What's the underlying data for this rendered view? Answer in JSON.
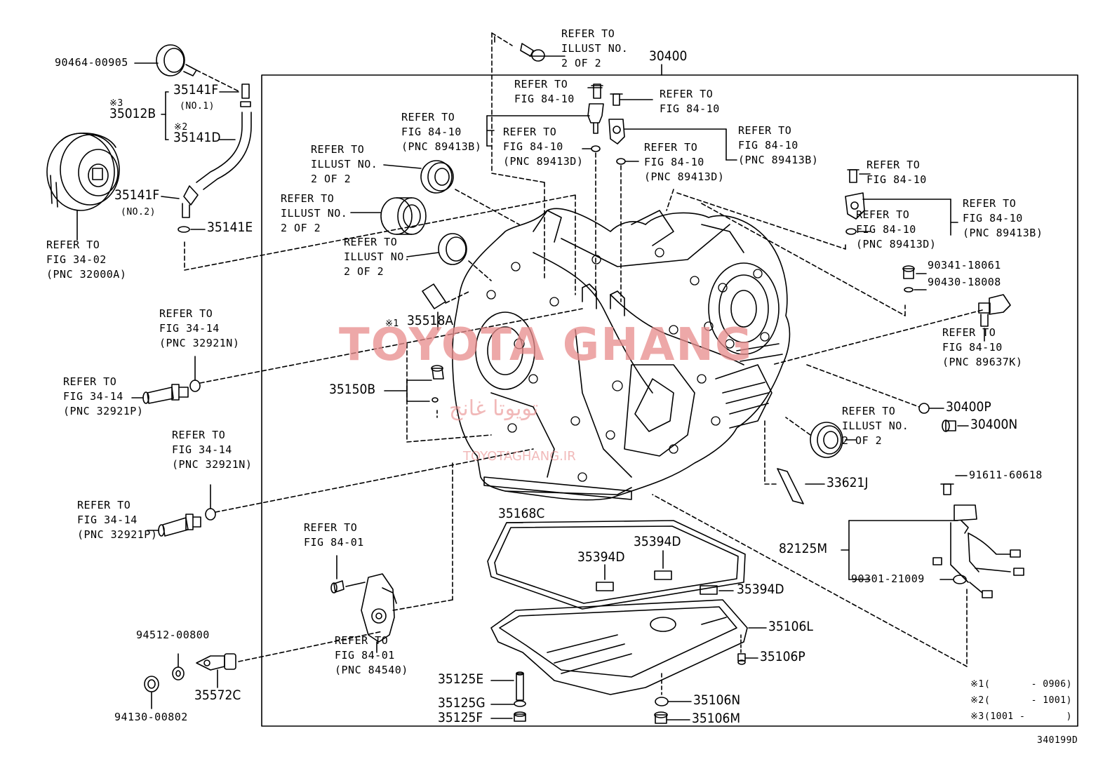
{
  "diagram_id": "340199D",
  "watermark": {
    "brand": "TOYOTA GHANG",
    "arabic": "تويوتا غانج",
    "sub": "TOYOTAGHANG.IR"
  },
  "assembly": {
    "part": "30400"
  },
  "notes": [
    {
      "mark": "※1",
      "range": "(       - 0906)"
    },
    {
      "mark": "※2",
      "range": "(       - 1001)"
    },
    {
      "mark": "※3",
      "range": "(1001 -       )"
    }
  ],
  "refs": {
    "r1": "REFER TO\nILLUST NO.\n2 OF 2",
    "r2": "REFER TO\nFIG 84-10",
    "r3": "REFER TO\nFIG 84-10",
    "r4": "REFER TO\nFIG 84-10\n(PNC 89413B)",
    "r5": "REFER TO\nFIG 84-10\n(PNC 89413D)",
    "r6": "REFER TO\nFIG 84-10\n(PNC 89413D)",
    "r7": "REFER TO\nFIG 84-10\n(PNC 89413B)",
    "r8": "REFER TO\nILLUST NO.\n2 OF 2",
    "r9": "REFER TO\nILLUST NO.\n2 OF 2",
    "r10": "REFER TO\nILLUST NO.\n2 OF 2",
    "r11": "REFER TO\nFIG 84-10",
    "r12": "REFER TO\nFIG 84-10\n(PNC 89413B)",
    "r13": "REFER TO\nFIG 84-10\n(PNC 89413D)",
    "r14": "REFER TO\nFIG 34-02\n(PNC 32000A)",
    "r15": "REFER TO\nFIG 34-14\n(PNC 32921N)",
    "r16": "REFER TO\nFIG 34-14\n(PNC 32921P)",
    "r17": "REFER TO\nFIG 34-14\n(PNC 32921N)",
    "r18": "REFER TO\nFIG 34-14\n(PNC 32921P)",
    "r19": "REFER TO\nFIG 84-10\n(PNC 89637K)",
    "r20": "REFER TO\nILLUST NO.\n2 OF 2",
    "r21": "REFER TO\nFIG 84-01",
    "r22": "REFER TO\nFIG 84-01\n(PNC 84540)"
  },
  "parts": {
    "p90464": "90464-00905",
    "p35141F_a": "35141F",
    "no1": "(NO.1)",
    "mark3": "※3",
    "p35012B": "35012B",
    "mark2": "※2",
    "p35141D": "35141D",
    "p35141F_b": "35141F",
    "no2": "(NO.2)",
    "p35141E": "35141E",
    "mark1": "※1",
    "p35518A": "35518A",
    "p35150B": "35150B",
    "p90341": "90341-18061",
    "p90430": "90430-18008",
    "p30400P": "30400P",
    "p30400N": "30400N",
    "p33621J": "33621J",
    "p91611": "91611-60618",
    "p82125M": "82125M",
    "p90301": "90301-21009",
    "p35168C": "35168C",
    "p35394D_a": "35394D",
    "p35394D_b": "35394D",
    "p35394D_c": "35394D",
    "p35106L": "35106L",
    "p35106P": "35106P",
    "p35106N": "35106N",
    "p35106M": "35106M",
    "p35125E": "35125E",
    "p35125G": "35125G",
    "p35125F": "35125F",
    "p94512": "94512-00800",
    "p94130": "94130-00802",
    "p35572C": "35572C"
  }
}
